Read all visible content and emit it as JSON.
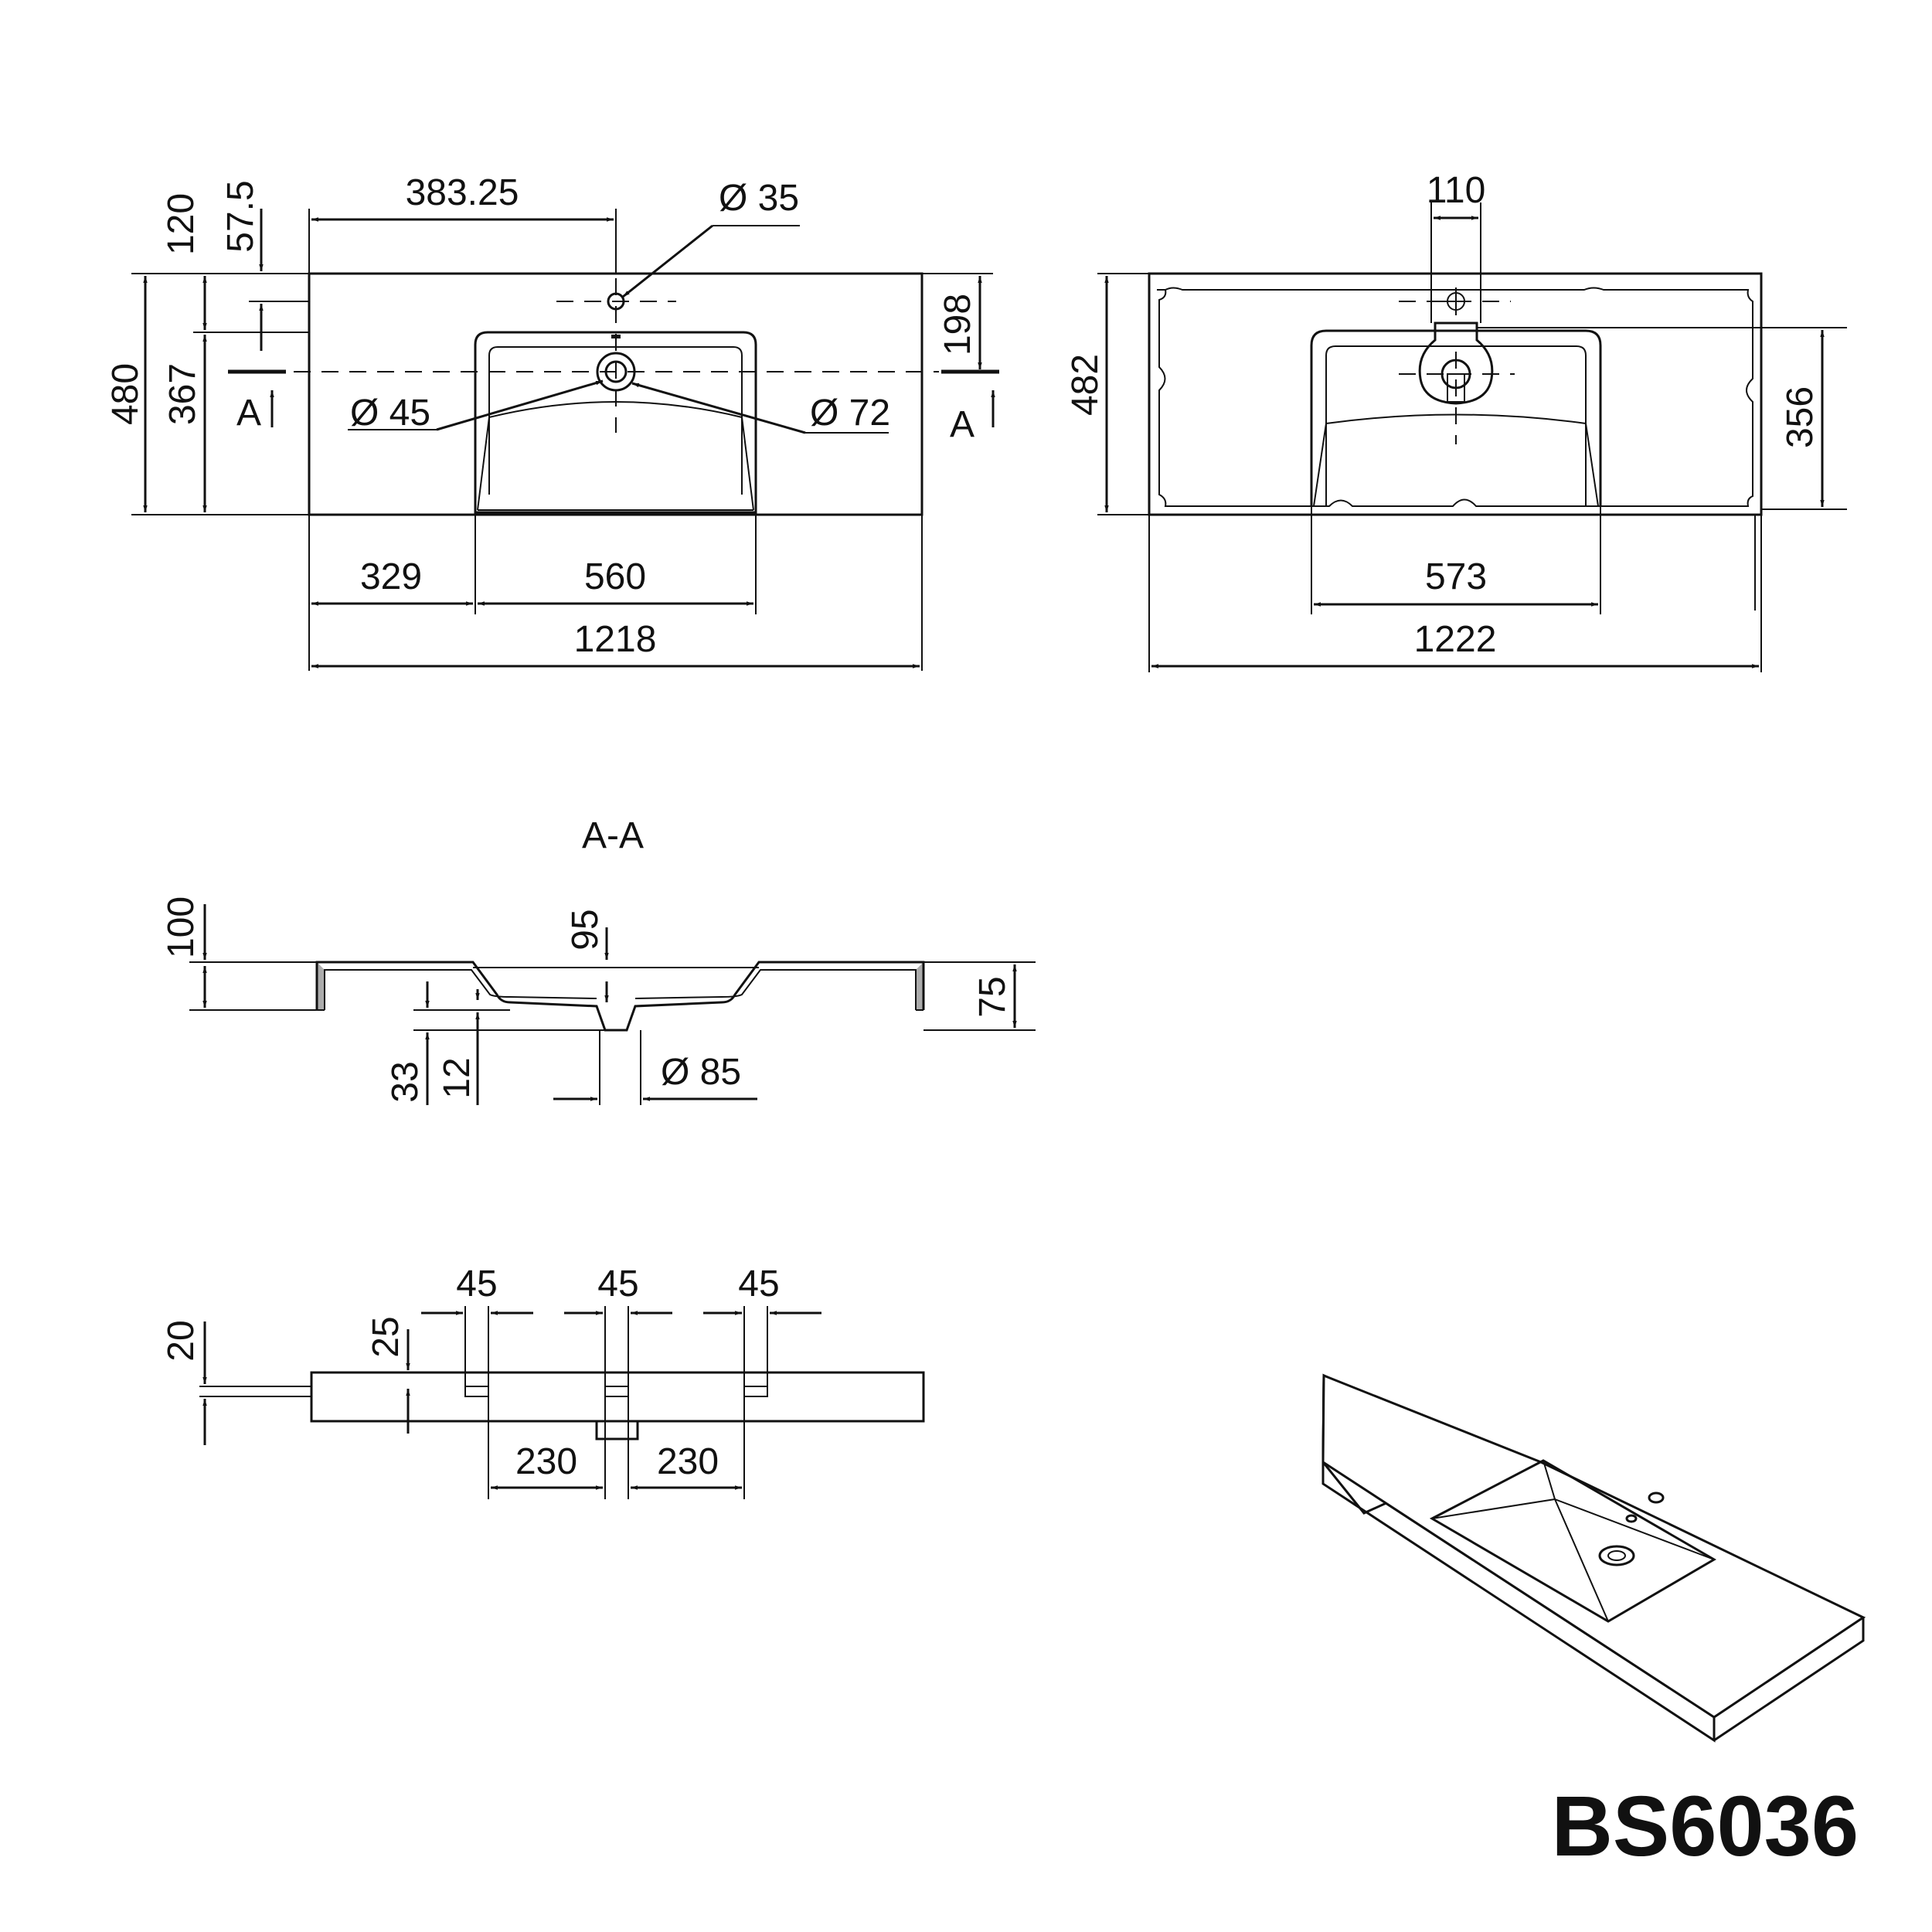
{
  "model": "BS6036",
  "section_title": "A-A",
  "section_marker": "A",
  "top_view": {
    "w_383_25": "383.25",
    "d_35": "Ø 35",
    "d_45": "Ø 45",
    "d_72": "Ø 72",
    "h_120": "120",
    "h_57_5": "57.5",
    "h_480": "480",
    "h_367": "367",
    "h_198": "198",
    "w_329": "329",
    "w_560": "560",
    "w_1218": "1218"
  },
  "bottom_view": {
    "w_110": "110",
    "h_482": "482",
    "h_356": "356",
    "w_573": "573",
    "w_1222": "1222"
  },
  "section_view": {
    "h_100": "100",
    "h_95": "95",
    "h_75": "75",
    "h_33": "33",
    "h_12": "12",
    "d_85": "Ø 85"
  },
  "side_view": {
    "w_45_a": "45",
    "w_45_b": "45",
    "w_45_c": "45",
    "h_20": "20",
    "h_25": "25",
    "w_230_a": "230",
    "w_230_b": "230"
  }
}
